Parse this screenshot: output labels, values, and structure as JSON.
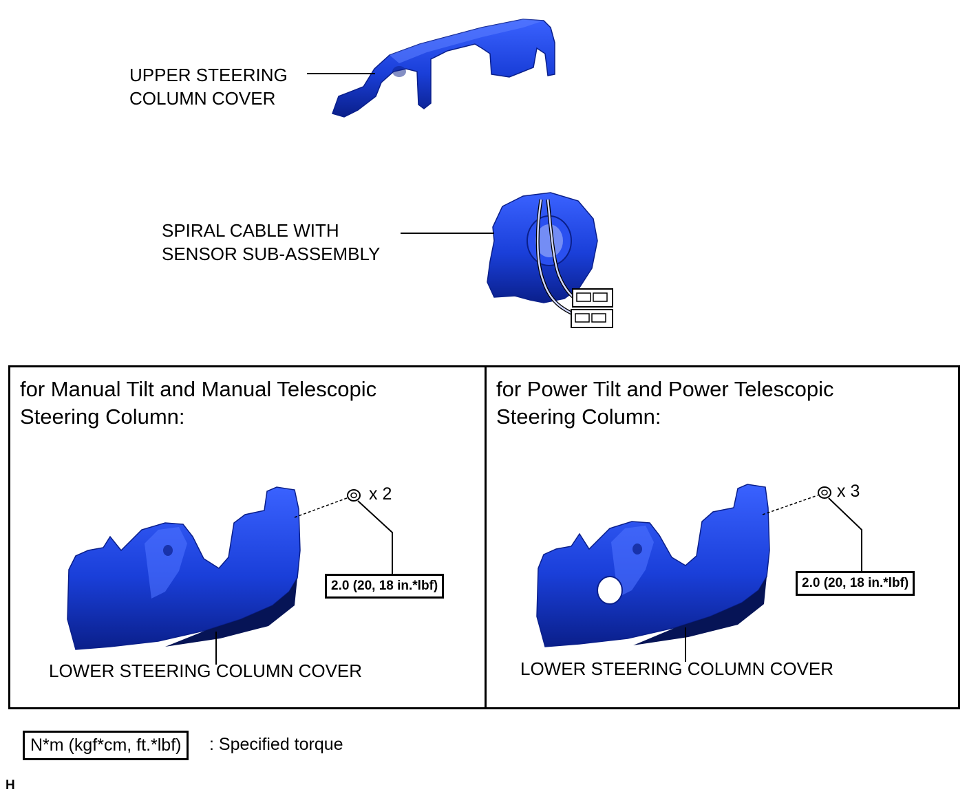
{
  "parts": {
    "upper_cover": [
      "UPPER STEERING",
      "COLUMN COVER"
    ],
    "spiral_cable": [
      "SPIRAL CABLE WITH",
      "SENSOR SUB-ASSEMBLY"
    ]
  },
  "panels": [
    {
      "title": [
        "for Manual Tilt and Manual Telescopic",
        "Steering Column:"
      ],
      "quantity": "x 2",
      "torque": "2.0 (20, 18 in.*lbf)",
      "label": "LOWER STEERING COLUMN COVER"
    },
    {
      "title": [
        "for Power Tilt and Power Telescopic",
        "Steering Column:"
      ],
      "quantity": "x 3",
      "torque": "2.0 (20, 18 in.*lbf)",
      "label": "LOWER STEERING COLUMN COVER"
    }
  ],
  "legend": {
    "unit_box": "N*m (kgf*cm, ft.*lbf)",
    "description": ": Specified torque"
  },
  "corner_mark": "H",
  "colors": {
    "part_fill": "#1a3fd9",
    "part_dark": "#0a1f8a",
    "part_light": "#4d72ff"
  }
}
